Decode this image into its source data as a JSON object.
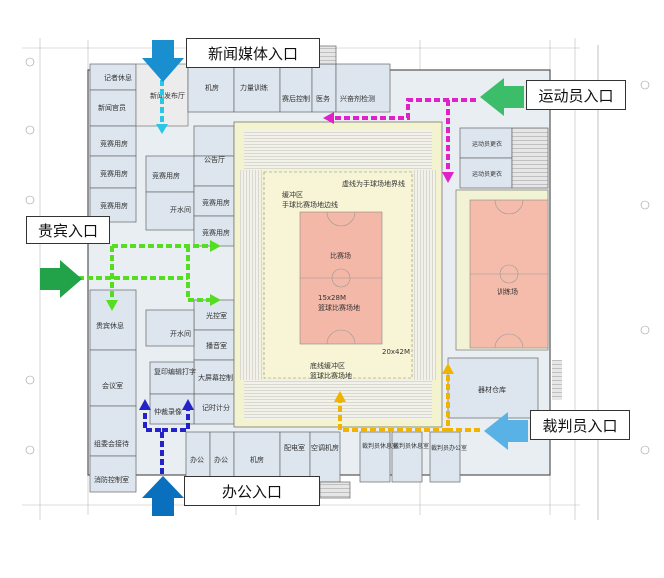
{
  "entrances": {
    "media": "新闻媒体入口",
    "athlete": "运动员入口",
    "vip": "贵宾入口",
    "referee": "裁判员入口",
    "office": "办公入口"
  },
  "rooms": {
    "reporter_rest": "记者休息",
    "news_office": "新闻官员",
    "press_release": "新闻发布厅",
    "machine_room": "机房",
    "strength_training": "力量训练",
    "post_competition": "赛后控制",
    "medical": "医务",
    "doping": "兴奋剂检测",
    "competition_room_1": "竞赛用房",
    "competition_room_2": "竞赛用房",
    "competition_room_3": "竞赛用房",
    "competition_room_4": "竞赛用房",
    "competition_room_5": "竞赛用房",
    "competition_room_6": "竞赛用房",
    "public_hall": "公告厅",
    "toilet_1": "开水间",
    "toilet_2": "开水间",
    "lighting_control": "光控室",
    "broadcast_room": "播音室",
    "big_screen": "大屏幕控制",
    "timing": "记时计分",
    "vip_rest": "贵宾休息",
    "meeting_room": "会议室",
    "reception": "组委会接待",
    "fire_control": "消防控制室",
    "print_room": "复印编辑打字",
    "arbitration": "仲裁录像",
    "office_1": "办公",
    "office_2": "办公",
    "machine_room_2": "机房",
    "power_room": "配电室",
    "ac_room": "空调机房",
    "referee_rest_1": "裁判员休息室",
    "referee_rest_2": "裁判员休息室",
    "referee_office": "裁判员办公室",
    "equipment_store": "器材仓库",
    "athlete_locker_1": "运动员更衣",
    "athlete_locker_2": "运动员更衣"
  },
  "court": {
    "buffer_boundary": "虚线为手球场地界线",
    "buffer_zone": "缓冲区\n手球比赛场地边线",
    "competition": "比赛场",
    "basketball": "15x28M\n篮球比赛场地",
    "handball_size": "20x42M",
    "baseline_buffer": "底线缓冲区\n篮球比赛场地",
    "training": "训练场"
  },
  "colors": {
    "media_arrow": "#1a8fd0",
    "media_path": "#29c6e8",
    "athlete_arrow": "#3bbd6a",
    "athlete_path": "#e020c8",
    "vip_arrow": "#22a34a",
    "vip_path": "#55dd22",
    "referee_arrow": "#58b2e6",
    "referee_path": "#f0b400",
    "office_arrow": "#0a6fbd",
    "office_path": "#2323c8"
  }
}
